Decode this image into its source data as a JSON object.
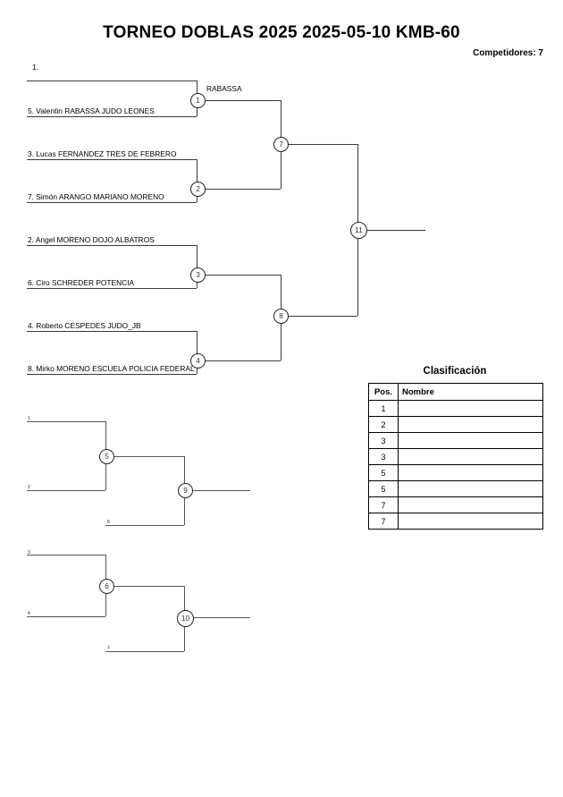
{
  "header": {
    "title": "TORNEO DOBLAS 2025 2025-05-10 KMB-60",
    "competitors_label": "Competidores: 7"
  },
  "main_bracket": {
    "slots": [
      {
        "label": "1."
      },
      {
        "label": "5. Valentin RABASSA JUDO LEONES"
      },
      {
        "label": "3. Lucas FERNANDEZ TRES DE FEBRERO"
      },
      {
        "label": "7. Simón ARANGO MARIANO MORENO"
      },
      {
        "label": "2. Angel MORENO DOJO ALBATROS"
      },
      {
        "label": "6. Ciro SCHREDER POTENCIA"
      },
      {
        "label": "4. Roberto CESPEDES JUDO_JB"
      },
      {
        "label": "8. Mirko MORENO ESCUELA POLICIA FEDERAL"
      }
    ],
    "round1": [
      {
        "number": "1",
        "winner": "RABASSA"
      },
      {
        "number": "2",
        "winner": ""
      },
      {
        "number": "3",
        "winner": ""
      },
      {
        "number": "4",
        "winner": ""
      }
    ],
    "semifinals": [
      {
        "number": "7",
        "winner": ""
      },
      {
        "number": "8",
        "winner": ""
      }
    ],
    "final": {
      "number": "11",
      "winner": ""
    }
  },
  "repechage_1": {
    "feeders": [
      {
        "label": "1"
      },
      {
        "label": "2"
      },
      {
        "label": "8"
      }
    ],
    "matches": [
      {
        "number": "5"
      },
      {
        "number": "9"
      }
    ]
  },
  "repechage_2": {
    "feeders": [
      {
        "label": "3"
      },
      {
        "label": "4"
      },
      {
        "label": "7"
      }
    ],
    "matches": [
      {
        "number": "6"
      },
      {
        "number": "10"
      }
    ]
  },
  "clasificacion": {
    "title": "Clasificación",
    "columns": {
      "pos": "Pos.",
      "name": "Nombre"
    },
    "rows": [
      {
        "pos": "1",
        "name": ""
      },
      {
        "pos": "2",
        "name": ""
      },
      {
        "pos": "3",
        "name": ""
      },
      {
        "pos": "3",
        "name": ""
      },
      {
        "pos": "5",
        "name": ""
      },
      {
        "pos": "5",
        "name": ""
      },
      {
        "pos": "7",
        "name": ""
      },
      {
        "pos": "7",
        "name": ""
      }
    ]
  }
}
